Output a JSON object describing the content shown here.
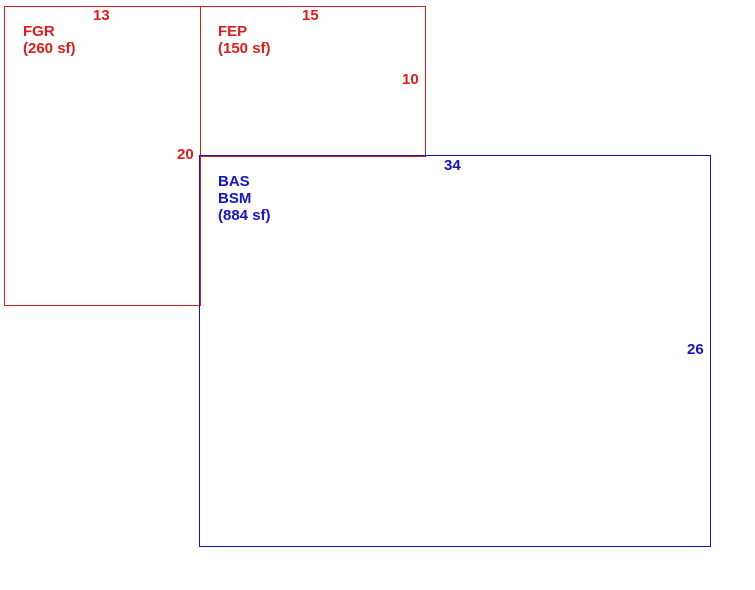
{
  "colors": {
    "garage_porch": "#dd1c1c",
    "basement": "#1515c8"
  },
  "areas": {
    "fgr": {
      "code": "FGR",
      "area": "(260 sf)",
      "top_dimension": "13",
      "side_dimension": "20"
    },
    "fep": {
      "code": "FEP",
      "area": "(150 sf)",
      "top_dimension": "15",
      "side_dimension": "10"
    },
    "bas": {
      "code": "BAS",
      "code2": "BSM",
      "area": "(884 sf)",
      "top_dimension": "34",
      "side_dimension": "26"
    }
  }
}
